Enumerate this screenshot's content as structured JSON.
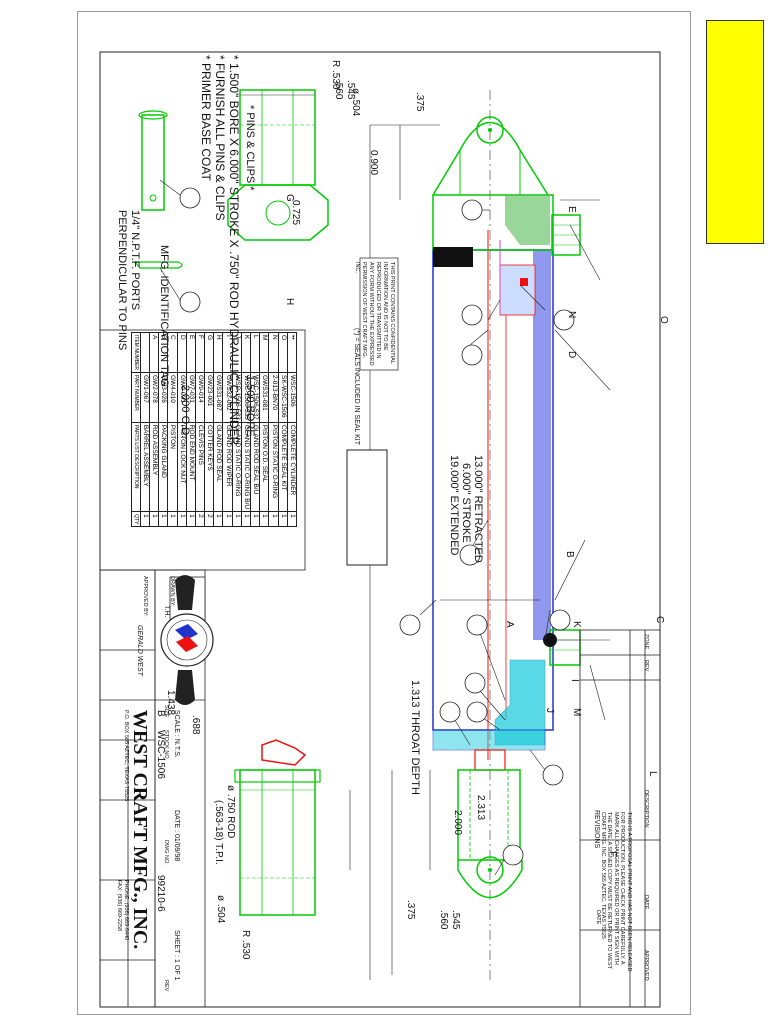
{
  "notes": [
    "* 1.500\" BORE X 6.000\" STROKE X .750\" ROD HYDRAULIC CYLINDER",
    "* FURNISH ALL PINS & CLIPS",
    "* PRIMER BASE COAT"
  ],
  "callouts": [
    "A",
    "B",
    "C",
    "D",
    "E",
    "F",
    "G",
    "H",
    "I",
    "J",
    "K",
    "L",
    "M",
    "N",
    "O"
  ],
  "dims": {
    "bore_dia_top": "ø .504",
    "radius_top": "R .530",
    "d_0900": "0.900",
    "d_0725": "0.725",
    "port": "1/4\" N.P.T.F. PORTS",
    "port2": "PERPENDICULAR TO PINS",
    "mfg_tag": "MFG. IDENTIFICATION TAG",
    "od": "2.000 O.D.",
    "bore": "1.500 BORE",
    "retracted": "13.000\" RETRACTED",
    "stroke": "6.000\" STROKE",
    "extended": "19.000\" EXTENDED",
    "d_1438": "1.438",
    "d_688": ".688",
    "throat": "1.313 THROAT DEPTH",
    "d_2000": "2.000",
    "d_2313": "2.313",
    "rod": "ø .750 ROD",
    "thread": "(.563-18) T.P.I.",
    "bore_dia_bot": "ø .504",
    "radius_bot": "R .530",
    "d_375_top": ".375",
    "d_545_top": ".545",
    "d_560_top": ".560",
    "d_375_bot": ".375",
    "d_545_bot": ".545",
    "d_560_bot": ".560"
  },
  "pins_label": "* PINS & CLIPS *",
  "confidential": "THIS PRINT CONTAINS CONFIDENTIAL INFORMATION AND IS NOT TO BE REPRODUCED OR TRANSMITTED IN ANY FORM WITHOUT THE EXPRESSED PERMISSION OF WEST CRAFT MFG. INC.",
  "seal_note": "(*) = SEALS INCLUDED IN SEAL KIT",
  "bom": [
    [
      "••",
      "WSC-1506",
      "COMPLETE CYLINDER",
      "1"
    ],
    [
      "O",
      "SK-WSC-1506",
      "COMPLETE SEAL KIT",
      "1"
    ],
    [
      "N",
      "2-013-BN70",
      "PISTON STATIC O-RING",
      "1"
    ],
    [
      "M",
      "GWS31-081",
      "PISTON O.D. SEAL",
      "1"
    ],
    [
      "L",
      "WSC-1506-537",
      "GLAND ROD SEAL B/U",
      "1"
    ],
    [
      "K",
      "WSC-1506-535",
      "GLAND STATIC O-RING B/U",
      "1"
    ],
    [
      "J",
      "WSC-1506-533",
      "GLAND STATIC O-RING",
      "1"
    ],
    [
      "I",
      "GWS32-002",
      "GLAND ROD WIPER",
      "1"
    ],
    [
      "H",
      "GWS31-087",
      "GLAND ROD SEAL",
      "1"
    ],
    [
      "G",
      "GW23-001",
      "COTTER KEYS",
      "2"
    ],
    [
      "F",
      "GW9-014",
      "CLEVIS PINS",
      "2"
    ],
    [
      "E",
      "GW7-031",
      "ROD END MOUNT",
      "1"
    ],
    [
      "D",
      "GW0-031",
      "PISTON LOCK NUT",
      "1"
    ],
    [
      "C",
      "GW4-010",
      "PISTON",
      "1"
    ],
    [
      "B",
      "GW3-026",
      "PACKING GLAND",
      "1"
    ],
    [
      "A",
      "GW2-078",
      "ROD ASSEMBLY",
      "1"
    ],
    [
      "",
      "GW1-067",
      "BARREL ASSEMBLY",
      "1"
    ]
  ],
  "bom_header": [
    "ITEM NUMBER",
    "PART NUMBER",
    "PARTS LIST DESCRIPTION",
    "QTY"
  ],
  "revisions": {
    "title": "REVISIONS",
    "cols": [
      "ZONE",
      "REV",
      "DESCRIPTION",
      "DATE",
      "APPROVED"
    ]
  },
  "proposal_note": "THIS IS A PROPOSAL PRINT AND HAS NOT BEEN RELEASED FOR PRODUCTION. PLEASE CHECK PRINT CAREFULLY. A MARK ALL CHANGES AS REQUIRED OR PRINT SIGN WITH THE DATE. A SIGNED COPY MUST BE RETURNED TO WEST CRAFT MFG. INC. BOX 565 AZTEC, TEXAS 75525",
  "date_label": "DATE",
  "title_block": {
    "company": "WEST CRAFT MFG., INC.",
    "address": "P.O. BOX 565 AZTEC, TEXAS 75525",
    "phone": "PHONE: (936) 669-6440",
    "fax": "FAX: (936) 669-2258",
    "drawn_by_label": "DRAWN BY:",
    "drawn_by": "T.H.",
    "approved_by_label": "APPROVED BY:",
    "approved_by": "GERALD WEST",
    "size_label": "SIZE",
    "size": "B",
    "stock_label": "STOCK NO.",
    "stock": "WSC-1506",
    "dwg_label": "DWG NO.",
    "dwg": "99210-6",
    "rev_label": "REV",
    "scale": "SCALE : N.T.S.",
    "date": "DATE : 01/09/98",
    "sheet": "SHEET : 1 OF 1"
  },
  "colors": {
    "green": "#00cc00",
    "blue": "#2233cc",
    "cyan": "#22ccdd",
    "red": "#ee1111",
    "yellow": "#ffff00"
  }
}
